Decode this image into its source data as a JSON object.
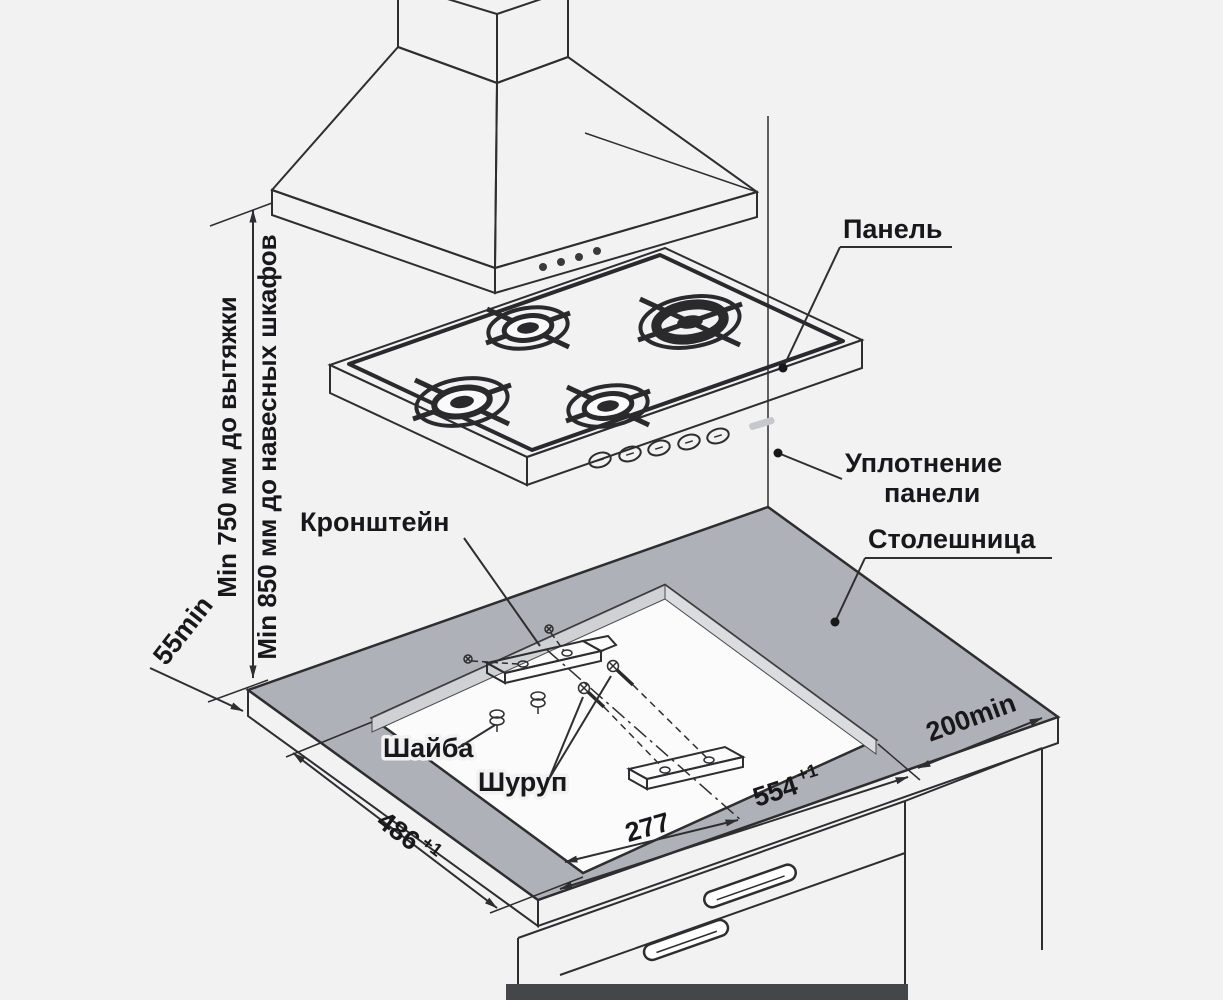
{
  "diagram": {
    "callouts": {
      "panel": "Панель",
      "seal_line1": "Уплотнение",
      "seal_line2": "панели",
      "countertop": "Столешница",
      "bracket": "Кронштейн",
      "washer": "Шайба",
      "screw": "Шуруп"
    },
    "dimensions": {
      "hood_clearance": "Min 750 мм до вытяжки",
      "upper_cabinet_clearance": "Min 850 мм до навесных шкафов",
      "front_edge_min": "55min",
      "cutout_depth": "486",
      "cutout_depth_tolerance": "+1",
      "bracket_offset": "277",
      "cutout_width": "554",
      "cutout_width_tolerance": "+1",
      "rear_edge_min": "200min"
    },
    "colors": {
      "background": "#f2f2f3",
      "line": "#2e2e30",
      "text": "#18181a",
      "countertop_surface": "#aeb2b8",
      "dark_metal": "#2a2a2c"
    }
  }
}
